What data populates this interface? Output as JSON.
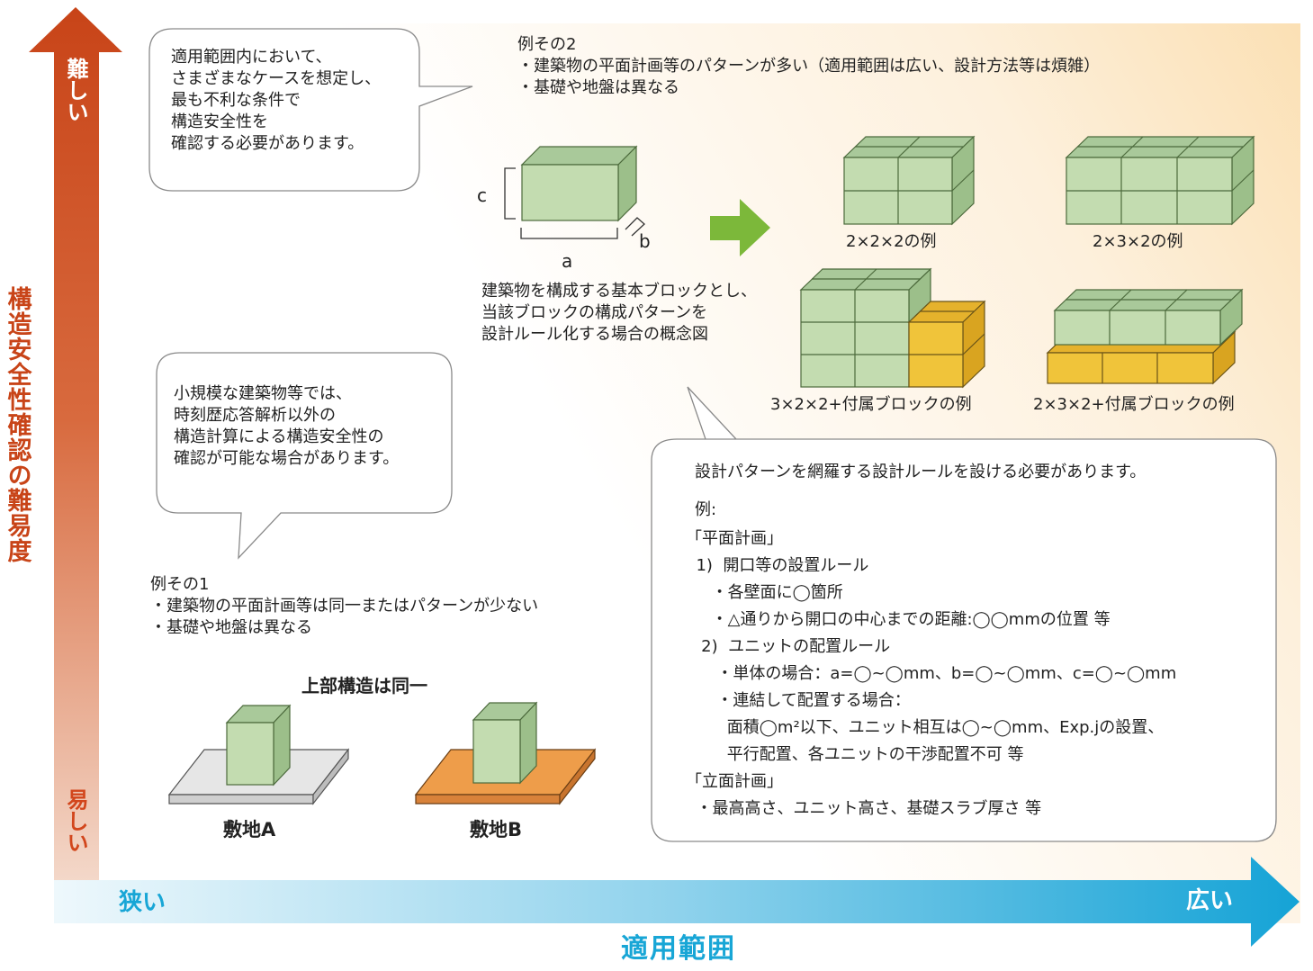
{
  "axes": {
    "y_label": "構造安全性確認の難易度",
    "y_top": "難しい",
    "y_bottom": "易しい",
    "x_label": "適用範囲",
    "x_left": "狭い",
    "x_right": "広い"
  },
  "bubble_top": {
    "lines": [
      "適用範囲内において、",
      "さまざまなケースを想定し、",
      "最も不利な条件で",
      "構造安全性を",
      "確認する必要があります。"
    ]
  },
  "example2": {
    "lines": [
      "例その2",
      "・建築物の平面計画等のパターンが多い（適用範囲は広い、設計方法等は煩雑）",
      "・基礎や地盤は異なる"
    ]
  },
  "block_dims": {
    "a": "a",
    "b": "b",
    "c": "c"
  },
  "block_caption": {
    "lines": [
      "建築物を構成する基本ブロックとし、",
      "当該ブロックの構成パターンを",
      "設計ルール化する場合の概念図"
    ]
  },
  "block_examples": {
    "ex1": "2×2×2の例",
    "ex2": "2×3×2の例",
    "ex3": "3×2×2+付属ブロックの例",
    "ex4": "2×3×2+付属ブロックの例"
  },
  "bubble_mid": {
    "lines": [
      "小規模な建築物等では、",
      "時刻歴応答解析以外の",
      "構造計算による構造安全性の",
      "確認が可能な場合があります。"
    ]
  },
  "example1": {
    "lines": [
      "例その1",
      "・建築物の平面計画等は同一またはパターンが少ない",
      "・基礎や地盤は異なる"
    ]
  },
  "sites": {
    "title": "上部構造は同一",
    "site_a": "敷地A",
    "site_b": "敷地B"
  },
  "rules": {
    "lines": [
      "設計パターンを網羅する設計ルールを設ける必要があります。",
      "例:",
      "「平面計画」",
      "  1)  開口等の設置ルール",
      "     ・各壁面に◯箇所",
      "     ・△通りから開口の中心までの距離:◯◯mmの位置 等",
      "   2)  ユニットの配置ルール",
      "      ・単体の場合：a=◯~◯mm、b=◯~◯mm、c=◯~◯mm",
      "      ・連結して配置する場合：",
      "        面積◯m²以下、ユニット相互は◯~◯mm、Exp.jの設置、",
      "        平行配置、各ユニットの干渉配置不可 等",
      "「立面計画」",
      "  ・最高高さ、ユニット高さ、基礎スラブ厚さ 等"
    ]
  },
  "colors": {
    "block_green": "#c3dcb0",
    "block_green_top": "#a9c99a",
    "block_yellow": "#f0c43a",
    "arrow_green": "#7cb83a",
    "y_arrow_dark": "#c84418",
    "x_arrow_blue": "#18a6d6",
    "site_b_orange": "#ee9d4a"
  }
}
